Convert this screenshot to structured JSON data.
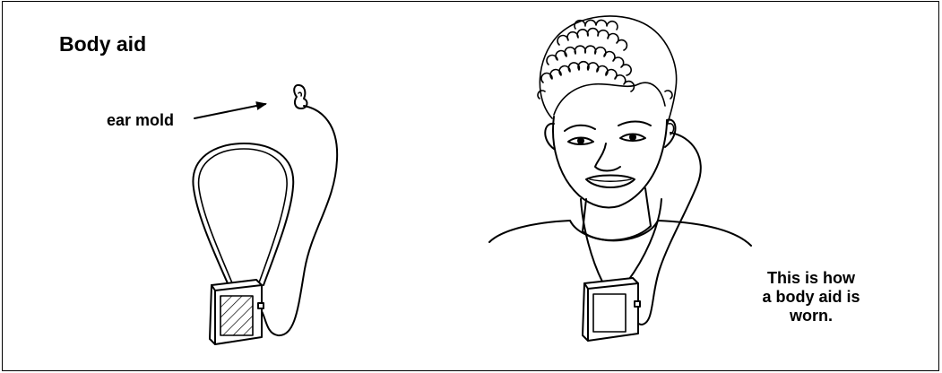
{
  "figure": {
    "title": "Body aid",
    "ear_mold_label": "ear mold",
    "caption_lines": [
      "This is how",
      "a body aid is",
      "worn."
    ]
  }
}
